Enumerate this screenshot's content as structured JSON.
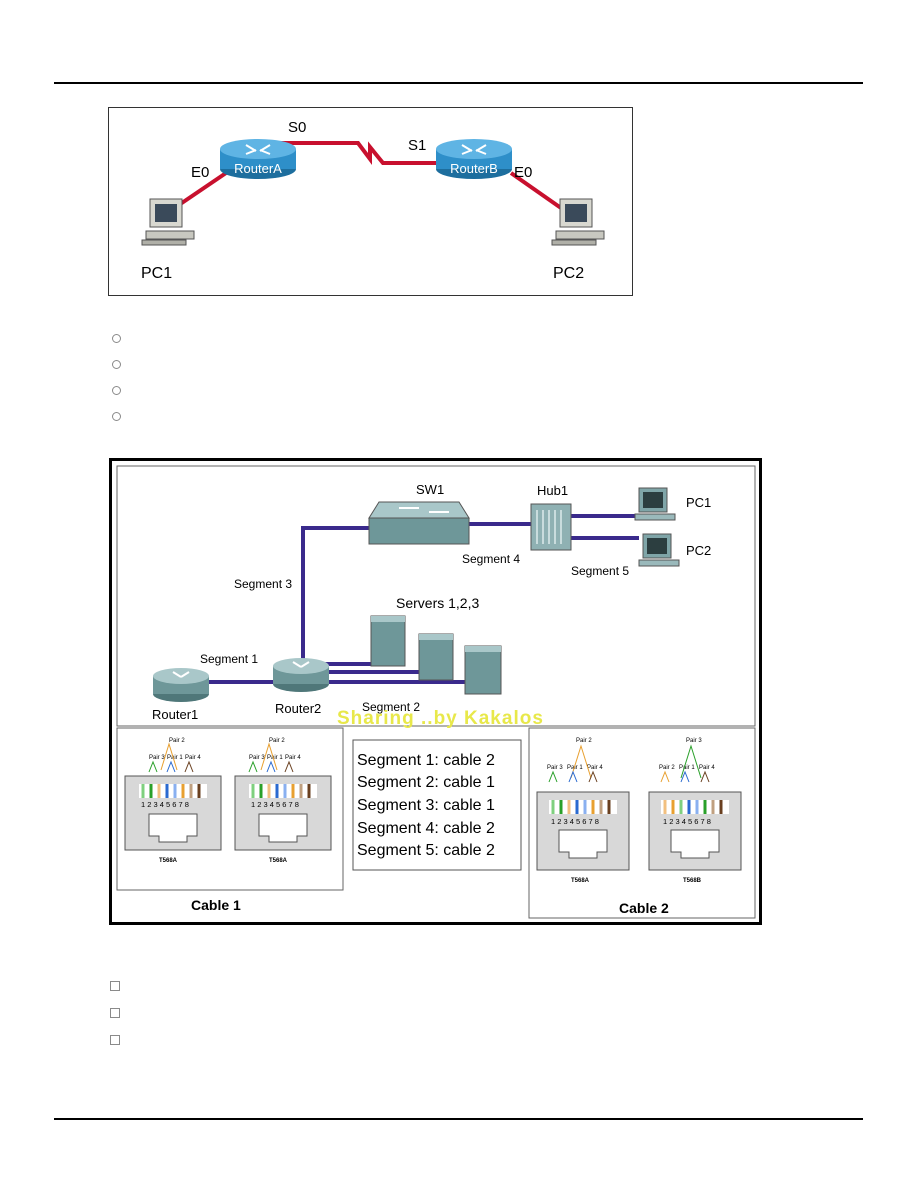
{
  "figure1": {
    "labels": {
      "router_a": "RouterA",
      "router_b": "RouterB",
      "s0": "S0",
      "s1": "S1",
      "e0_left": "E0",
      "e0_right": "E0",
      "pc1": "PC1",
      "pc2": "PC2"
    },
    "colors": {
      "link": "#c8102e",
      "router": "#2e8fc9"
    }
  },
  "question1": {
    "option_count": 4
  },
  "figure2": {
    "devices": {
      "sw1": "SW1",
      "hub1": "Hub1",
      "pc1": "PC1",
      "pc2": "PC2",
      "servers": "Servers 1,2,3",
      "router1": "Router1",
      "router2": "Router2"
    },
    "segments": {
      "seg1": "Segment 1",
      "seg2": "Segment 2",
      "seg3": "Segment 3",
      "seg4": "Segment 4",
      "seg5": "Segment 5"
    },
    "watermark": "Sharing ..by Kakalos",
    "legend": [
      "Segment 1: cable  2",
      "Segment 2: cable  1",
      "Segment 3: cable  1",
      "Segment 4: cable  2",
      "Segment 5: cable  2"
    ],
    "cable1": {
      "label": "Cable 1",
      "jack_left": {
        "pairs": [
          "Pair 2",
          "Pair 3",
          "Pair 1",
          "Pair 4"
        ],
        "pins": "1 2 3 4 5 6 7 8",
        "standard": "T568A"
      },
      "jack_right": {
        "pairs": [
          "Pair 2",
          "Pair 3",
          "Pair 1",
          "Pair 4"
        ],
        "pins": "1 2 3 4 5 6 7 8",
        "standard": "T568A"
      }
    },
    "cable2": {
      "label": "Cable 2",
      "jack_left": {
        "pairs": [
          "Pair 2",
          "Pair 3",
          "Pair 1",
          "Pair 4"
        ],
        "pins": "1 2 3 4 5 6 7 8",
        "standard": "T568A"
      },
      "jack_right": {
        "pairs": [
          "Pair 3",
          "Pair 2",
          "Pair 1",
          "Pair 4"
        ],
        "pins": "1 2 3 4 5 6 7 8",
        "standard": "T568B"
      }
    },
    "colors": {
      "cable": "#3a2a8c",
      "device": "#7fa5a8",
      "watermark": "#e8e84a"
    }
  },
  "question2": {
    "option_count": 3
  }
}
